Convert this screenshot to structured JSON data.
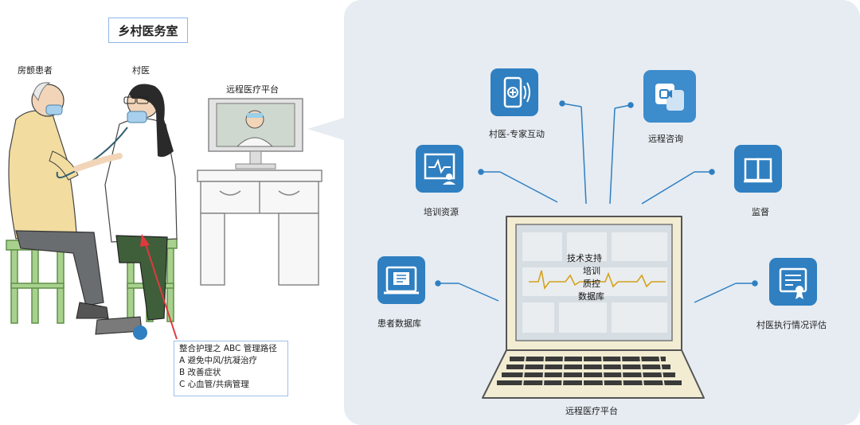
{
  "left_scene": {
    "title": "乡村医务室",
    "patient_label": "房颤患者",
    "doctor_label": "村医",
    "monitor_label": "远程医疗平台",
    "notes": {
      "heading": "整合护理之 ABC 管理路径",
      "line_a": "A 避免中风/抗凝治疗",
      "line_b": "B 改善症状",
      "line_c": "C 心血管/共病管理"
    }
  },
  "platform": {
    "bottom_label": "远程医疗平台",
    "screen_lines": [
      "技术支持",
      "培训",
      "质控",
      "数据库"
    ],
    "nodes": [
      {
        "label": "村医-专家互动",
        "icon": "phone-icon"
      },
      {
        "label": "远程咨询",
        "icon": "video-call-icon"
      },
      {
        "label": "培训资源",
        "icon": "training-icon"
      },
      {
        "label": "监督",
        "icon": "book-icon"
      },
      {
        "label": "患者数据库",
        "icon": "database-icon"
      },
      {
        "label": "村医执行情况评估",
        "icon": "certificate-icon"
      }
    ]
  },
  "colors": {
    "accent": "#2f7fc1",
    "panel": "#e6ecf2",
    "arrow": "#e0393e",
    "laptop_body": "#f2ecd2",
    "ecg": "#d4a21c"
  }
}
